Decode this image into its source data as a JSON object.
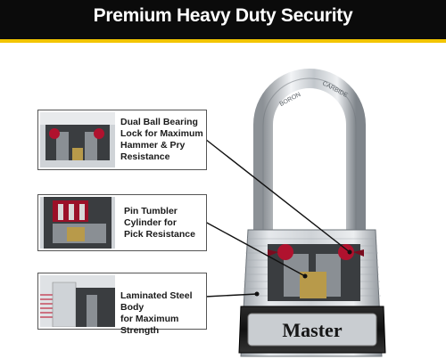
{
  "header": {
    "title": "Premium Heavy Duty Security"
  },
  "shackle_text": {
    "left": "BORON",
    "right": "CARBIDE"
  },
  "brand": "Master",
  "callouts": [
    {
      "lines": [
        "Dual Ball Bearing",
        "Lock for Maximum",
        "Hammer & Pry",
        "Resistance"
      ]
    },
    {
      "lines": [
        "Pin Tumbler",
        "Cylinder for",
        "Pick Resistance"
      ]
    },
    {
      "lines": [
        "Laminated Steel Body",
        "for Maximum Strength"
      ]
    }
  ],
  "colors": {
    "header_bg": "#0b0b0b",
    "accent_stripe": "#f2c500",
    "ball_bearing": "#b0122e",
    "steel": "#c9cdd1"
  }
}
